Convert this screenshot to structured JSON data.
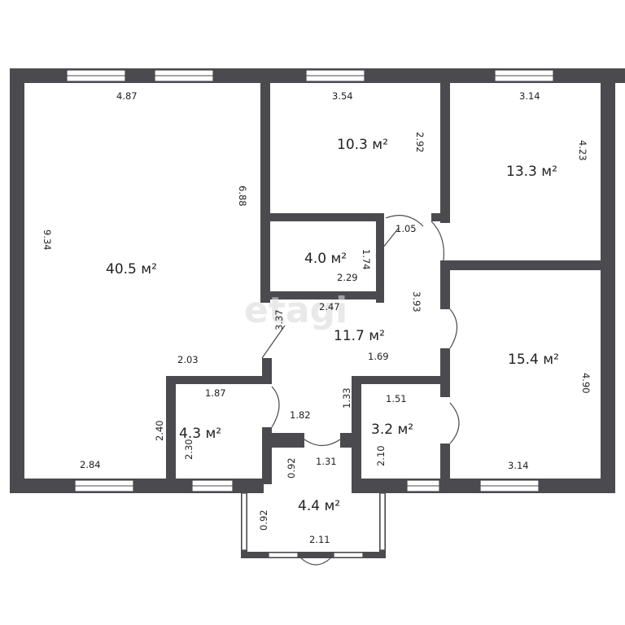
{
  "watermark": "etagi",
  "rooms": {
    "living": {
      "area": "40.5 м²",
      "width_top": "4.87",
      "height_left": "9.34",
      "height_right": "6.88",
      "lower_a": "2.03",
      "lower_b": "2.84",
      "lower_c": "2.40"
    },
    "bedroom_top_center": {
      "area": "10.3 м²",
      "width": "3.54",
      "height": "2.92"
    },
    "bedroom_top_right": {
      "area": "13.3 м²",
      "width": "3.14",
      "height": "4.23"
    },
    "closet": {
      "area": "4.0 м²",
      "height": "1.74",
      "width": "2.29",
      "door": "1.05"
    },
    "hall": {
      "area": "11.7 м²",
      "d1": "2.47",
      "d2": "3.37",
      "d3": "3.93",
      "d4": "1.69",
      "d5": "1.82",
      "d6": "1.33"
    },
    "bathroom_left": {
      "area": "4.3 м²",
      "width": "1.87",
      "height": "2.30"
    },
    "bathroom_right": {
      "area": "3.2 м²",
      "width": "1.51",
      "height": "2.10"
    },
    "bedroom_right": {
      "area": "15.4 м²",
      "height": "4.90",
      "width": "3.14"
    },
    "vestibule": {
      "area": "4.4 м²",
      "d1": "0.92",
      "d2": "1.31",
      "d3": "0.92",
      "d4": "2.11"
    }
  }
}
